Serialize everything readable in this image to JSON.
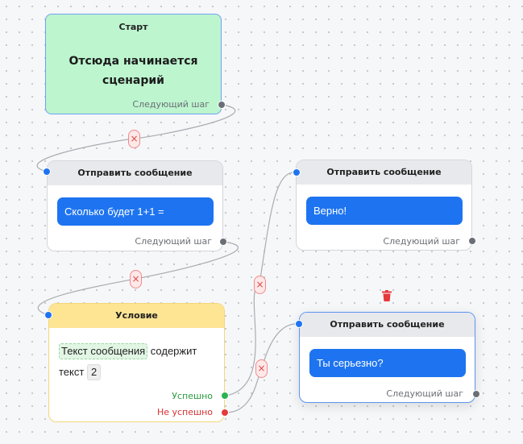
{
  "nodes": {
    "start": {
      "title": "Старт",
      "text": "Отсюда начинается сценарий",
      "next_label": "Следующий шаг"
    },
    "send1": {
      "title": "Отправить сообщение",
      "message": "Сколько будет 1+1 =",
      "next_label": "Следующий шаг"
    },
    "send2": {
      "title": "Отправить сообщение",
      "message": "Верно!",
      "next_label": "Следующий шаг"
    },
    "condition": {
      "title": "Условие",
      "field": "Текст сообщения",
      "operator": "содержит",
      "prefix": "текст",
      "value": "2",
      "success_label": "Успешно",
      "fail_label": "Не успешно"
    },
    "send3": {
      "title": "Отправить сообщение",
      "message": "Ты серьезно?",
      "next_label": "Следующий шаг"
    }
  },
  "edge_delete_symbol": "×",
  "icons": {
    "delete": "trash-icon",
    "delete_color": "#e5383b"
  },
  "colors": {
    "start_bg": "#bdf5cf",
    "start_border": "#6fa0f2",
    "condition_bg": "#fde594",
    "condition_border": "#f3d77a",
    "message_bubble": "#1e74f0",
    "success": "#2bb34f",
    "fail": "#e23b3b",
    "in_handle": "#1e74f0",
    "out_handle": "#6a6e75"
  }
}
